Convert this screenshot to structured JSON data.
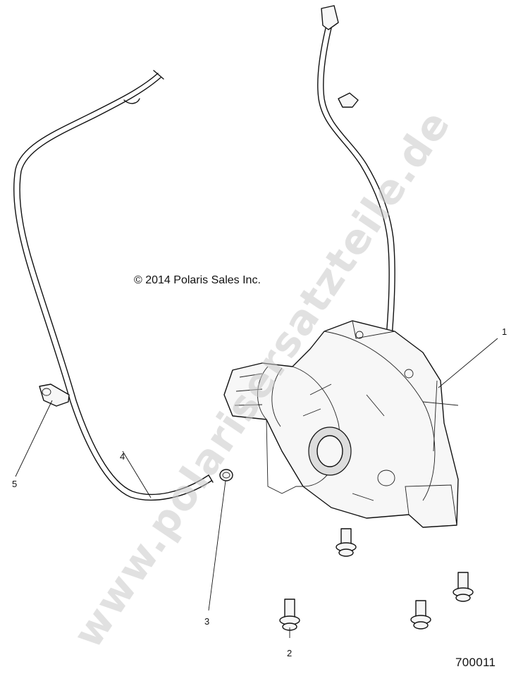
{
  "copyright": "© 2014 Polaris Sales Inc.",
  "drawing_number": "700011",
  "watermark": "www.polarisersatzteile.de",
  "callouts": [
    {
      "id": "1",
      "label": "1"
    },
    {
      "id": "2",
      "label": "2"
    },
    {
      "id": "3",
      "label": "3"
    },
    {
      "id": "4",
      "label": "4"
    },
    {
      "id": "5",
      "label": "5"
    }
  ]
}
